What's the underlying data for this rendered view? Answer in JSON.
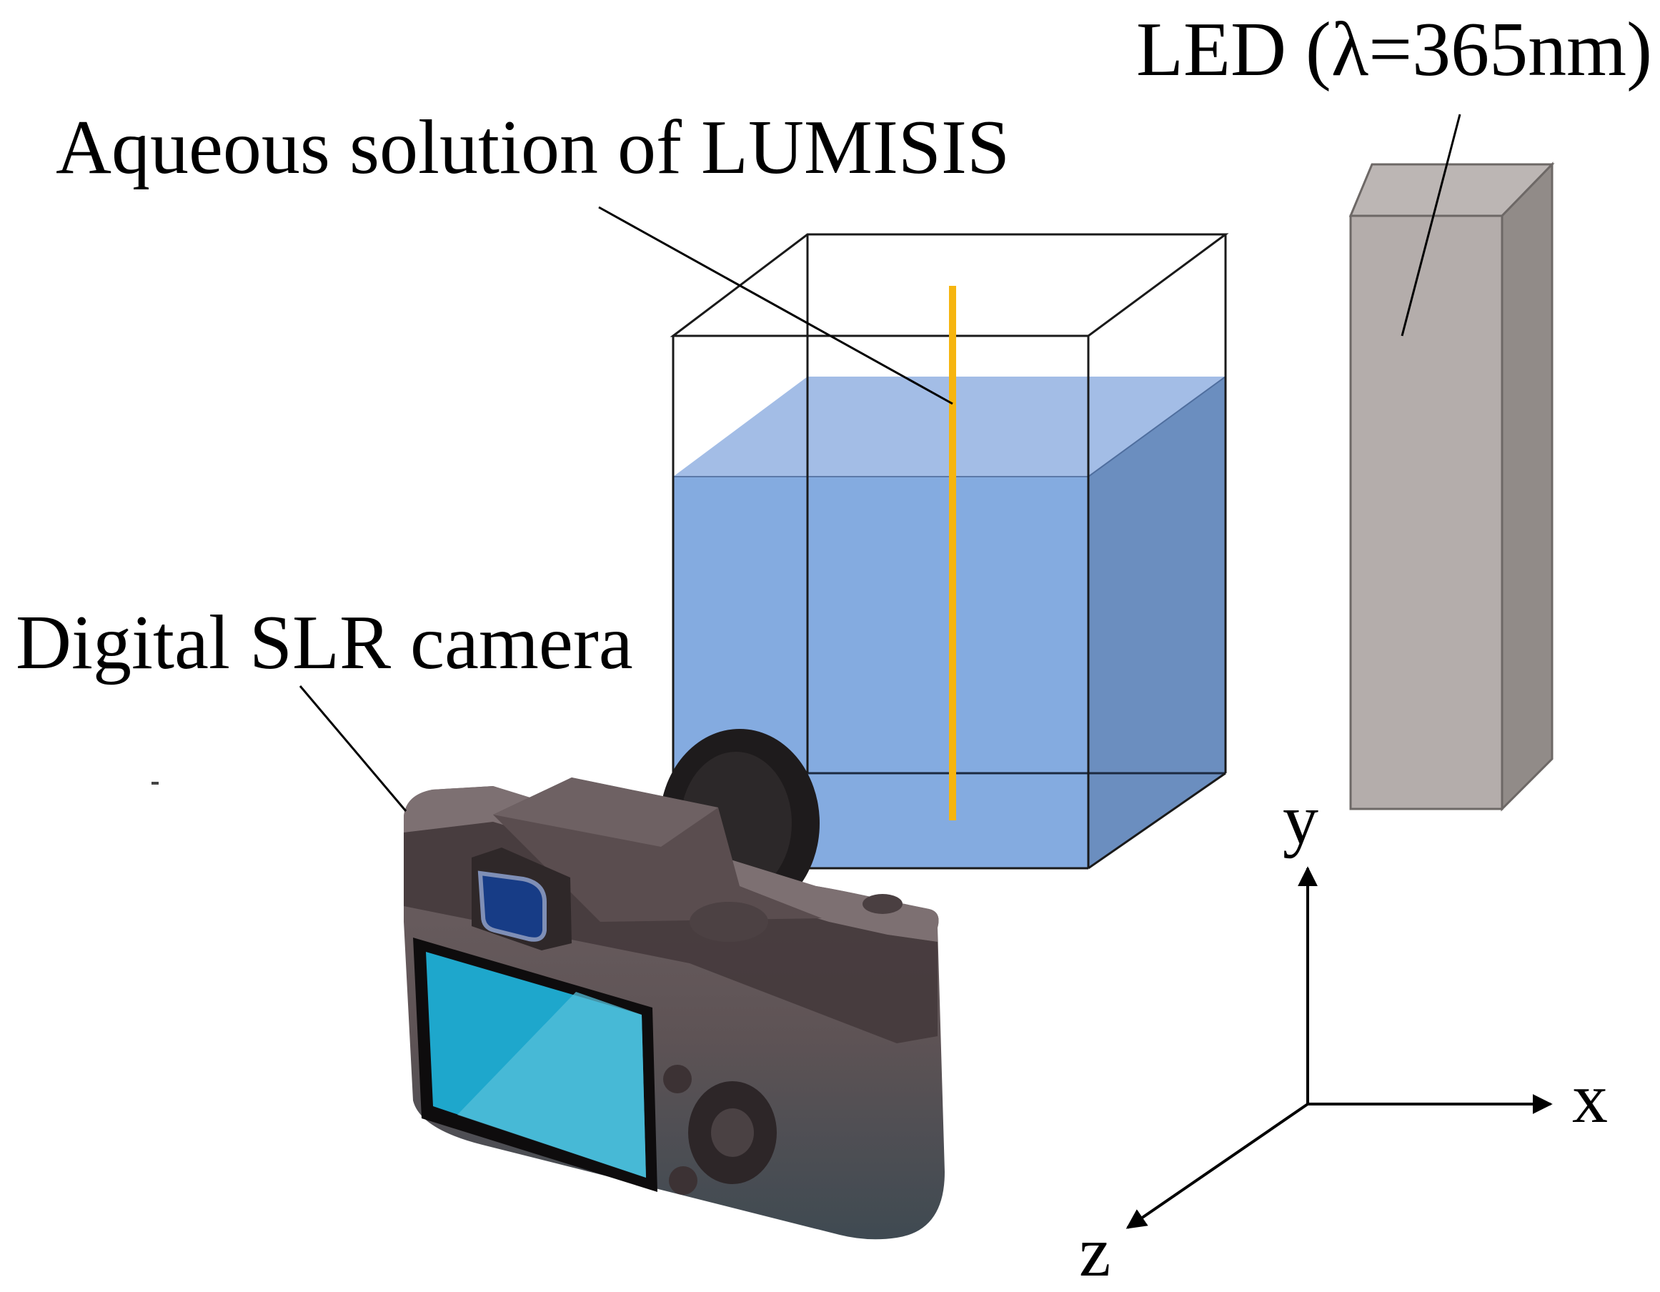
{
  "labels": {
    "led": "LED (λ=365nm)",
    "solution": "Aqueous solution of LUMISIS",
    "camera": "Digital SLR camera"
  },
  "axes": {
    "x": "x",
    "y": "y",
    "z": "z"
  },
  "colors": {
    "water_front": "#84abe0",
    "water_top": "#a3bde6",
    "water_side": "#6b8ebf",
    "fiber": "#f6b50f",
    "led_front": "#b4adab",
    "led_side": "#918b88",
    "led_top": "#bcb6b4",
    "camera_body": "#5e5152",
    "screen": "#1ea7cc"
  },
  "icons": {
    "camera": "camera-icon",
    "led": "led-lamp-icon",
    "tank": "water-tank-icon"
  }
}
